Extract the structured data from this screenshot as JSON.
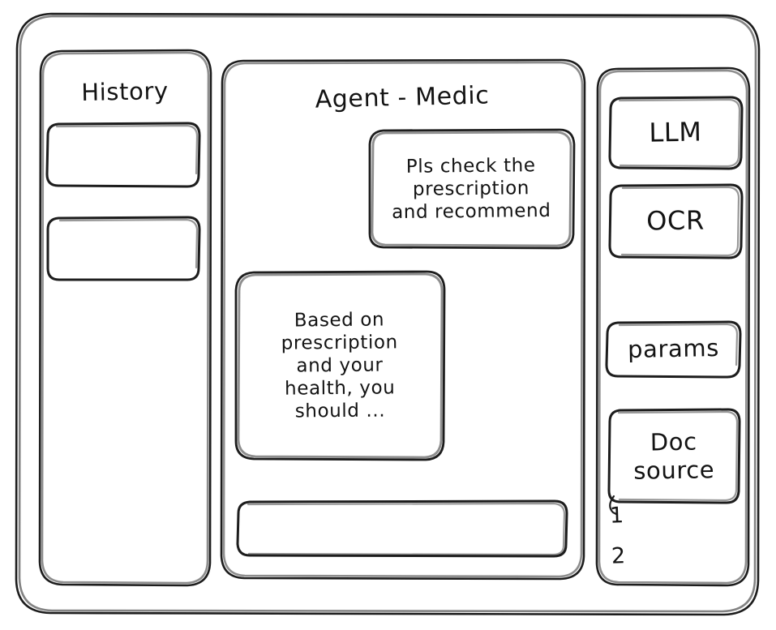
{
  "style": {
    "stroke_color": "#1d1d1d",
    "background_color": "#ffffff",
    "sketch_style": "hand-drawn wireframe"
  },
  "outer_frame": {
    "name": "application-window"
  },
  "sidebar": {
    "title": "History",
    "items": [
      {
        "label": "",
        "name": "history-item-0"
      },
      {
        "label": "",
        "name": "history-item-1"
      }
    ]
  },
  "main": {
    "title": "Agent - Medic",
    "messages": [
      {
        "role": "user",
        "text": "Pls check the\nprescription\nand recommend"
      },
      {
        "role": "assistant",
        "text": "Based on\nprescription\nand your\nhealth, you\nshould ..."
      }
    ],
    "composer": {
      "value": "",
      "placeholder": ""
    }
  },
  "tools_panel": {
    "buttons": [
      {
        "label": "LLM",
        "name": "tool-llm"
      },
      {
        "label": "OCR",
        "name": "tool-ocr"
      },
      {
        "label": "params",
        "name": "tool-params"
      }
    ],
    "doc_source": {
      "label": "Doc\nsource",
      "items": [
        "1",
        "2"
      ]
    }
  }
}
